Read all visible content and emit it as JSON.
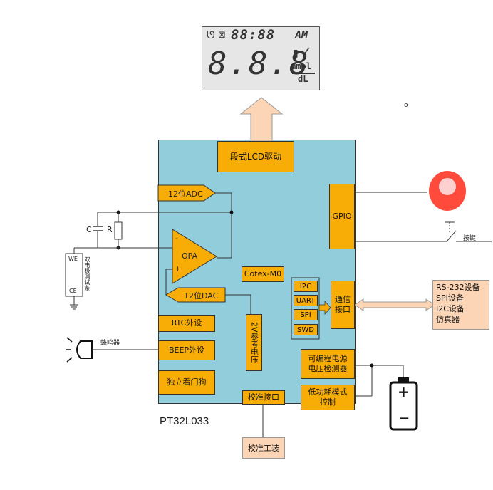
{
  "lcd": {
    "top_digits": "88:88",
    "am": "AM",
    "main_digits": "8.8.8",
    "unit_top": "mmol",
    "unit_bottom": "dL"
  },
  "chip": {
    "name": "PT32L033",
    "lcd_driver": "段式LCD驱动",
    "adc": "12位ADC",
    "opa": "OPA",
    "dac": "12位DAC",
    "core": "Cotex-M0",
    "ref_voltage": "2V参考电压",
    "gpio": "GPIO",
    "comm": "通信接口",
    "comm_ifaces": [
      "I2C",
      "UART",
      "SPI",
      "SWD"
    ],
    "rtc": "RTC外设",
    "beep": "BEEP外设",
    "watchdog": "独立看门狗",
    "calib": "校准接口",
    "pvd": "可编程电源电压检测器",
    "lowpower": "低功耗模式控制"
  },
  "external": {
    "capacitor": "C",
    "resistor": "R",
    "strip": "双电极测试条",
    "we": "WE",
    "ce": "CE",
    "buzzer": "蜂鸣器",
    "button": "按键",
    "devices": [
      "RS-232设备",
      "SPI设备",
      "I2C设备",
      "仿真器"
    ],
    "calib_tool": "校准工装",
    "battery_plus": "+",
    "battery_minus": "−"
  },
  "colors": {
    "chip": "#92cddc",
    "block": "#f7ad05",
    "external": "#fbd5b5",
    "lcd": "#e6e6e6"
  }
}
